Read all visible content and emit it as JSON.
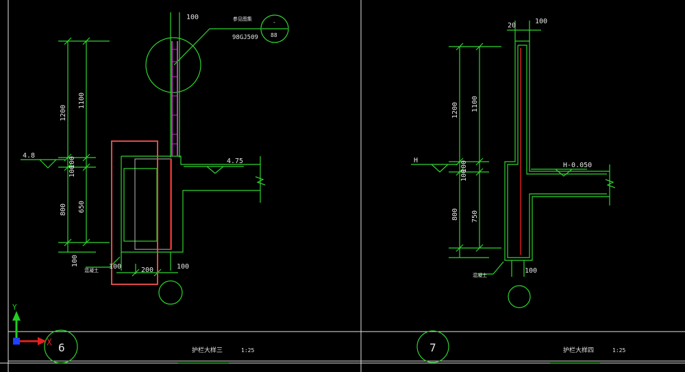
{
  "colors": {
    "background": "#000000",
    "frame": "#e6e6e6",
    "drawing": "#2fd62f",
    "dim_text": "#e6e6e6",
    "rebar_red": "#d41c1c",
    "magenta": "#c23ac2",
    "selection": "#e24a4a",
    "axis_y": "#22cc22",
    "axis_x": "#e02020",
    "axis_origin": "#2040ff"
  },
  "axis": {
    "y_label": "Y",
    "x_label": "X"
  },
  "detail_left": {
    "number": "6",
    "title": "护栏大样三",
    "scale": "1:25",
    "dims": {
      "top_width": "100",
      "upper_total": "1200",
      "upper_inner": "1100",
      "mid": "100",
      "lower_total": "800",
      "lower_inner": "650",
      "bottom": "100",
      "base_left": "100",
      "base_width": "200",
      "base_right": "100"
    },
    "levels": {
      "left": "4.8",
      "right": "4.75"
    },
    "callout": {
      "ref": "参见图集",
      "code": "98GJ509",
      "top": "-",
      "bottom": "88"
    },
    "note": "混凝土"
  },
  "detail_right": {
    "number": "7",
    "title": "护栏大样四",
    "scale": "1:25",
    "dims": {
      "top_a": "20",
      "top_b": "100",
      "upper_total": "1200",
      "upper_inner": "1100",
      "mid": "100",
      "lower_total": "800",
      "lower_inner": "750",
      "bottom": "100"
    },
    "levels": {
      "left": "H",
      "right": "H-0.050"
    },
    "note": "混凝土"
  }
}
